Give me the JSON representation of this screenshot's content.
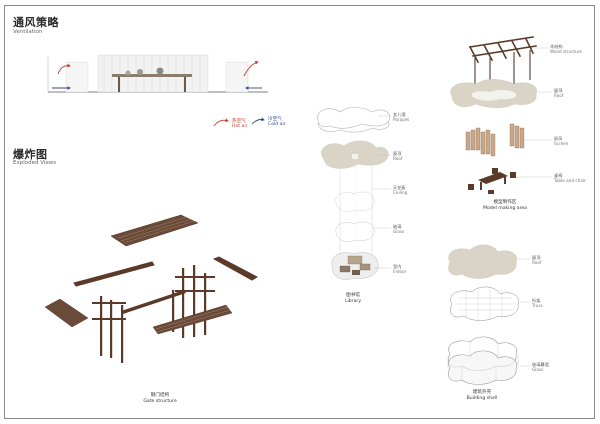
{
  "ventilation": {
    "title_zh": "通风策略",
    "title_en": "Ventilation"
  },
  "legend": {
    "hot_zh": "热空气",
    "hot_en": "Hot air",
    "cold_zh": "冷空气",
    "cold_en": "Cold air",
    "hot_color": "#c0392b",
    "cold_color": "#2c4a8a"
  },
  "exploded": {
    "title_zh": "爆炸图",
    "title_en": "Exploded Views"
  },
  "gate": {
    "caption_zh": "钢门结构",
    "caption_en": "Gate structure"
  },
  "library": {
    "caption_zh": "图书馆",
    "caption_en": "Library",
    "labels": [
      {
        "zh": "女儿墙",
        "en": "Parapet"
      },
      {
        "zh": "屋顶",
        "en": "Roof"
      },
      {
        "zh": "天花板",
        "en": "Ceiling"
      },
      {
        "zh": "玻璃",
        "en": "Glass"
      },
      {
        "zh": "室内",
        "en": "Indoor"
      }
    ]
  },
  "model_area": {
    "caption_zh": "模型制作区",
    "caption_en": "Model making area",
    "labels": [
      {
        "zh": "木结构",
        "en": "Wood structure"
      },
      {
        "zh": "屋顶",
        "en": "Roof"
      },
      {
        "zh": "屏风",
        "en": "Screen"
      },
      {
        "zh": "桌椅",
        "en": "Table and chair"
      }
    ]
  },
  "shell": {
    "caption_zh": "建筑外壳",
    "caption_en": "Building shell",
    "labels": [
      {
        "zh": "屋顶",
        "en": "Roof"
      },
      {
        "zh": "桁架",
        "en": "Truss"
      },
      {
        "zh": "玻璃幕墙",
        "en": "Glass"
      }
    ]
  },
  "colors": {
    "wood": "#5b3a29",
    "roof": "#d9d4c6",
    "line": "#9a9a9a"
  }
}
